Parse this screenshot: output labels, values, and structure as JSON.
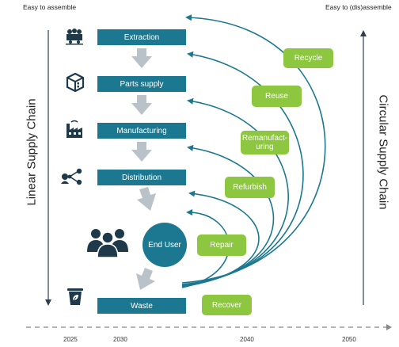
{
  "header": {
    "left_note": "Easy to assemble",
    "right_note": "Easy to (dis)assemble"
  },
  "axes": {
    "left_title": "Linear Supply Chain",
    "right_title": "Circular Supply Chain"
  },
  "stages": [
    "Extraction",
    "Parts supply",
    "Manufacturing",
    "Distribution",
    "Waste"
  ],
  "end_user": "End User",
  "circular_actions": {
    "recycle": "Recycle",
    "reuse": "Reuse",
    "remanufacturing": "Remanufact-uring",
    "refurbish": "Refurbish",
    "repair": "Repair",
    "recover": "Recover"
  },
  "timeline": [
    "2025",
    "2030",
    "2040",
    "2050"
  ],
  "colors": {
    "teal": "#1b7890",
    "green": "#8dc63f",
    "gray_arrow": "#b8c2c8",
    "dark": "#1e3a4a"
  }
}
